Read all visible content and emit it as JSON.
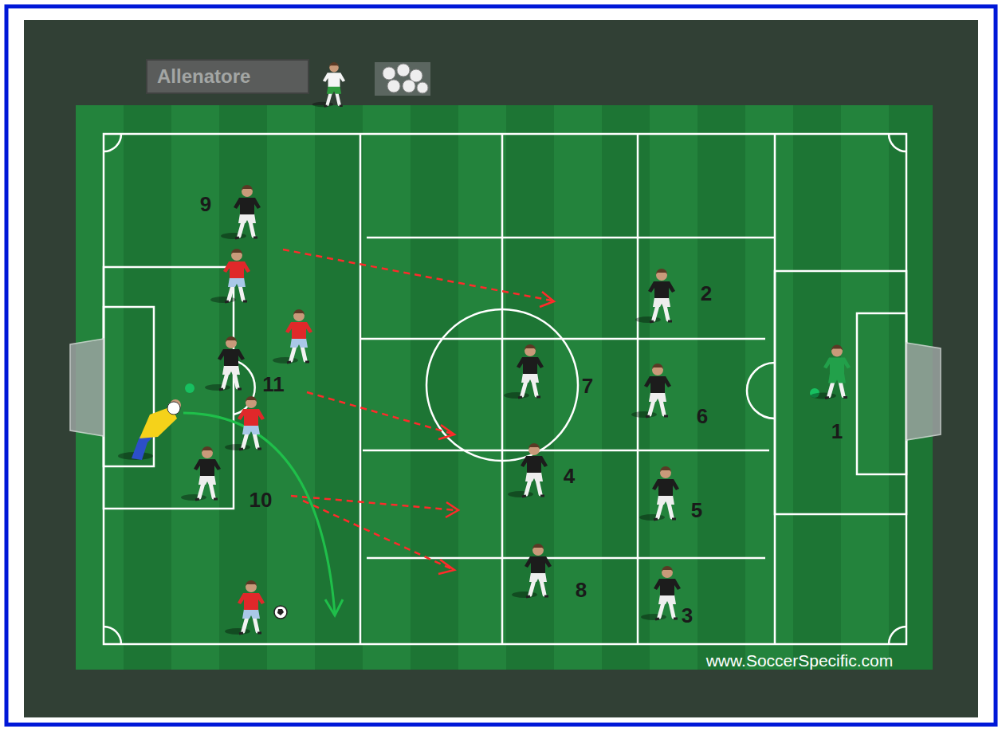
{
  "diagram": {
    "nodes": [
      {
        "text": [
          "Allenatore"
        ]
      }
    ],
    "labels": [
      "9",
      "2",
      "11",
      "7",
      "6",
      "1",
      "4",
      "10",
      "5",
      "8",
      "3",
      "www.SoccerSpecific.com"
    ]
  }
}
